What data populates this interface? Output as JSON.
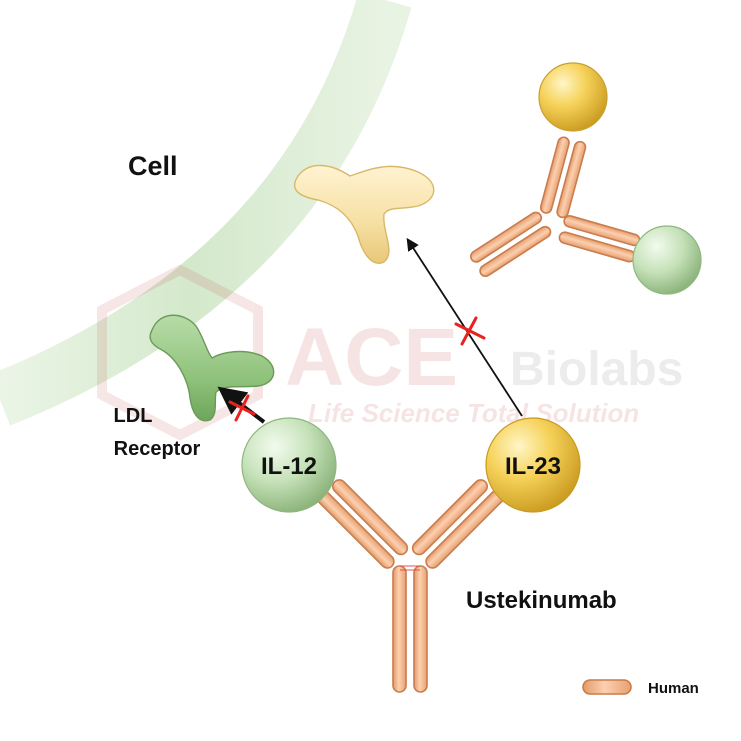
{
  "labels": {
    "cell": "Cell",
    "ldl_line1": "LDL",
    "ldl_line2": "Receptor",
    "il12": "IL-12",
    "il23": "IL-23",
    "drug": "Ustekinumab",
    "legend": "Human"
  },
  "watermark": {
    "brand": "ACE",
    "brand2": "Biolabs",
    "tagline": "Life Science Total Solution"
  },
  "colors": {
    "chain_fill": "#f5b98e",
    "chain_stroke": "#c97c4c",
    "il23_yellow": "#f2c542",
    "il12_green": "#b7d8a8",
    "receptor_yellow": "#f6dea0",
    "ldl_receptor_green": "#8ec07c",
    "membrane_green": "#cfe6c6",
    "block_mark": "#e8231f"
  }
}
